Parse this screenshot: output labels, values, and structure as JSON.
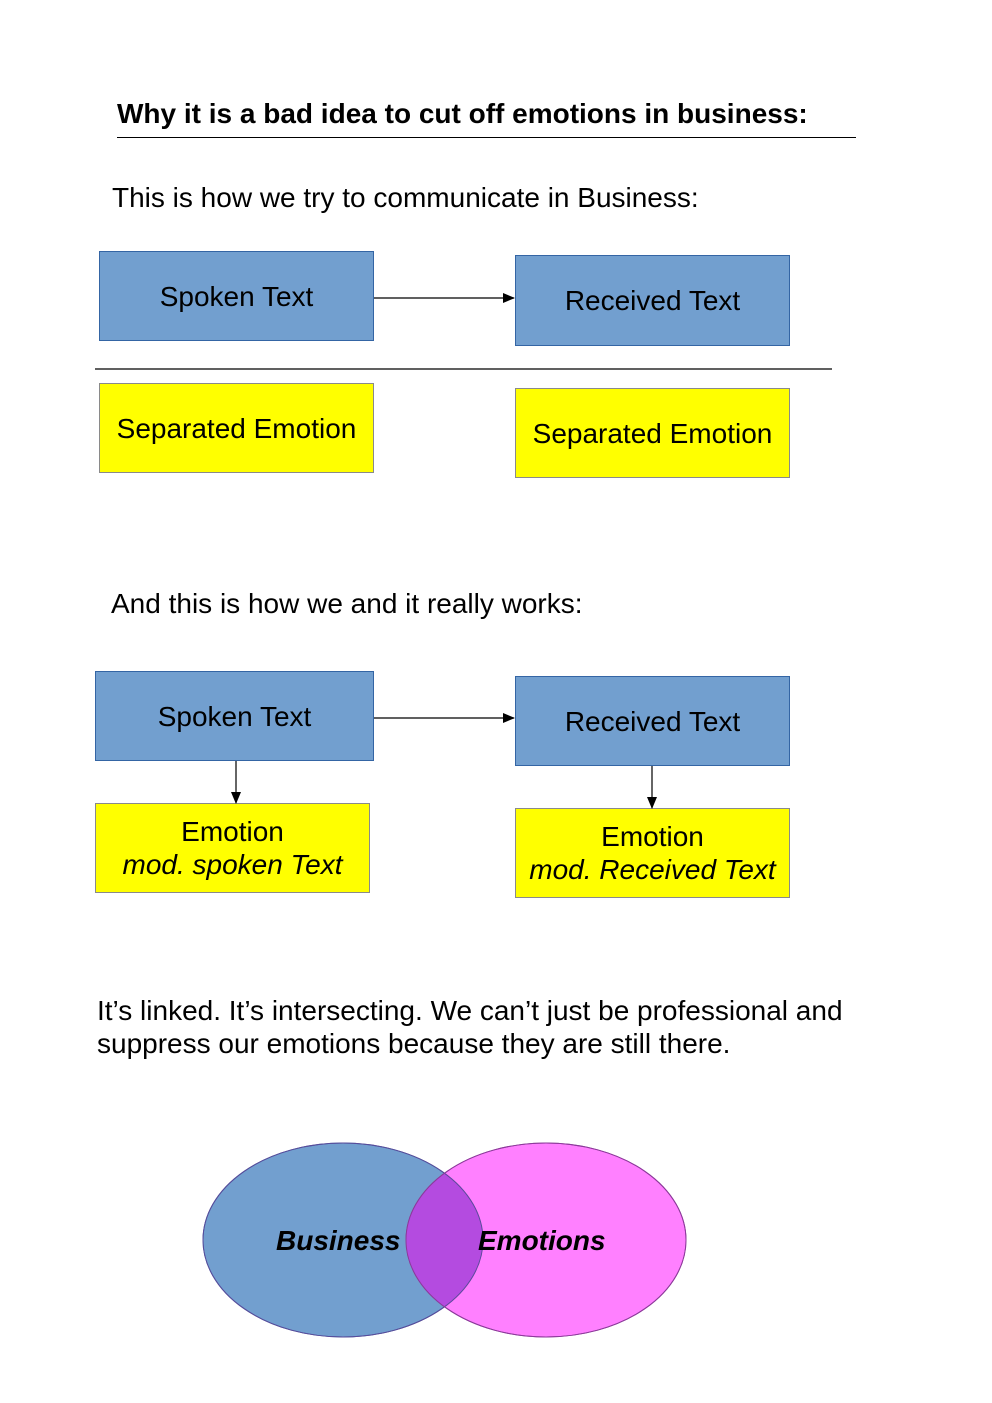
{
  "title": "Why it is a bad idea to cut off emotions in business:",
  "section1": {
    "intro": "This is how we try to communicate in Business:",
    "spoken": "Spoken Text",
    "received": "Received Text",
    "emotion_left": "Separated Emotion",
    "emotion_right": "Separated Emotion"
  },
  "section2": {
    "intro": "And this is how we and it really works:",
    "spoken": "Spoken Text",
    "received": "Received Text",
    "emotion_left_line1": "Emotion",
    "emotion_left_line2": "mod. spoken Text",
    "emotion_right_line1": "Emotion",
    "emotion_right_line2": "mod. Received Text"
  },
  "section3": {
    "line1": "It’s linked. It’s intersecting. We can’t just be professional and",
    "line2": "suppress our emotions because they are still there."
  },
  "venn": {
    "left_label": "Business",
    "right_label": "Emotions",
    "left_color": "#729fcf",
    "right_color": "#ff80ff",
    "overlap_color": "#b44be0"
  },
  "colors": {
    "text_box": "#729fcf",
    "emotion_box": "#ffff00"
  }
}
